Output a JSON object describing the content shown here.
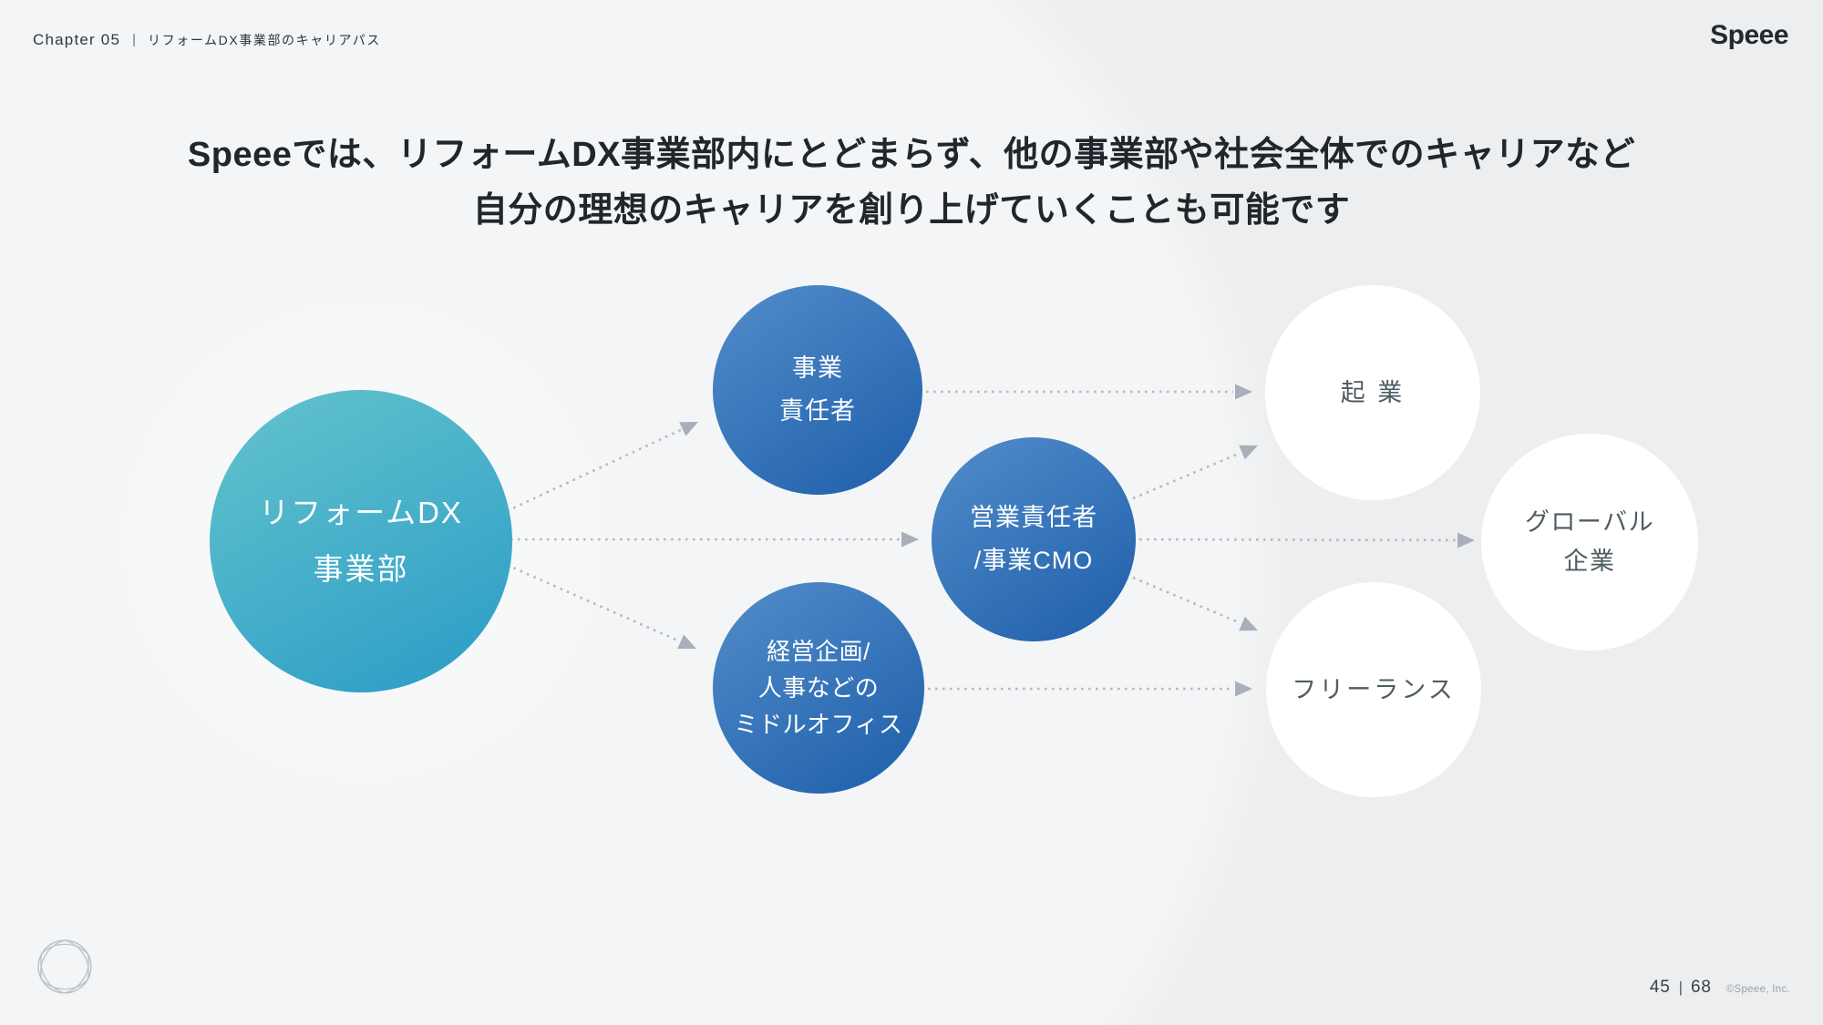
{
  "header": {
    "chapter": "Chapter 05",
    "separator": "|",
    "subtitle": "リフォームDX事業部のキャリアパス",
    "brand": "Speee"
  },
  "title": {
    "line1": "Speeeでは、リフォームDX事業部内にとどまらず、他の事業部や社会全体でのキャリアなど",
    "line2": "自分の理想のキャリアを創り上げていくことも可能です"
  },
  "diagram": {
    "nodes": [
      {
        "id": "reform-dx-division",
        "role": "source",
        "lines": [
          "リフォームDX",
          "事業部"
        ]
      },
      {
        "id": "business-manager",
        "role": "mid",
        "lines": [
          "事業",
          "責任者"
        ]
      },
      {
        "id": "sales-manager-cmo",
        "role": "mid",
        "lines": [
          "営業責任者",
          "/事業CMO"
        ]
      },
      {
        "id": "middle-office",
        "role": "mid",
        "lines": [
          "経営企画/",
          "人事などの",
          "ミドルオフィス"
        ]
      },
      {
        "id": "startup",
        "role": "outer",
        "lines": [
          "起 業"
        ]
      },
      {
        "id": "global-company",
        "role": "outer",
        "lines": [
          "グローバル",
          "企業"
        ]
      },
      {
        "id": "freelance",
        "role": "outer",
        "lines": [
          "フリーランス"
        ]
      }
    ],
    "edges": [
      "reform-dx-division→business-manager",
      "reform-dx-division→sales-manager-cmo",
      "reform-dx-division→middle-office",
      "business-manager→startup",
      "sales-manager-cmo→startup",
      "sales-manager-cmo→global-company",
      "sales-manager-cmo→freelance",
      "middle-office→freelance"
    ]
  },
  "footer": {
    "page_current": "45",
    "page_separator": "|",
    "page_total": "68",
    "copyright": "©Speee, Inc."
  },
  "colors": {
    "background": "#eceeef",
    "teal_gradient_start": "#62c2cc",
    "teal_gradient_end": "#2c9dc7",
    "blue_gradient_start": "#4f8ac8",
    "blue_gradient_end": "#2161ac",
    "white_circle": "#ffffff",
    "white_circle_text": "#4d5d62",
    "arrow_dots": "#b5b9bf",
    "arrowhead": "#a9afba",
    "title_text": "#20262c"
  }
}
